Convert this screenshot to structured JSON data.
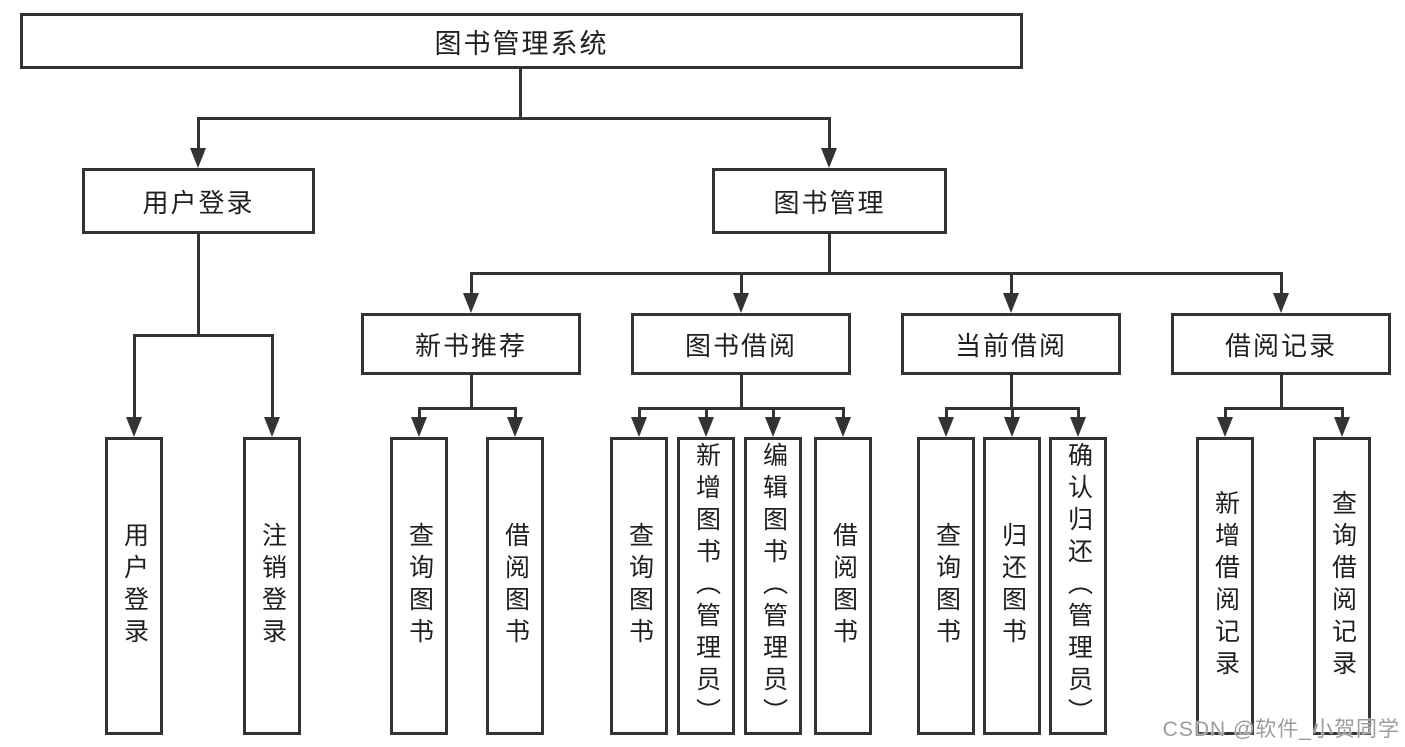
{
  "colors": {
    "line": "#333333",
    "text": "#1f1f1f",
    "background": "#ffffff",
    "watermark": "#9c9c9c"
  },
  "tree": {
    "label": "图书管理系统",
    "children": [
      {
        "label": "用户登录",
        "children": [
          {
            "label": "用户登录"
          },
          {
            "label": "注销登录"
          }
        ]
      },
      {
        "label": "图书管理",
        "children": [
          {
            "label": "新书推荐",
            "children": [
              {
                "label": "查询图书"
              },
              {
                "label": "借阅图书"
              }
            ]
          },
          {
            "label": "图书借阅",
            "children": [
              {
                "label": "查询图书"
              },
              {
                "label": "新增图书（管理员）"
              },
              {
                "label": "编辑图书（管理员）"
              },
              {
                "label": "借阅图书"
              }
            ]
          },
          {
            "label": "当前借阅",
            "children": [
              {
                "label": "查询图书"
              },
              {
                "label": "归还图书"
              },
              {
                "label": "确认归还（管理员）"
              }
            ]
          },
          {
            "label": "借阅记录",
            "children": [
              {
                "label": "新增借阅记录"
              },
              {
                "label": "查询借阅记录"
              }
            ]
          }
        ]
      }
    ]
  },
  "watermark": "CSDN @软件_小贺同学"
}
